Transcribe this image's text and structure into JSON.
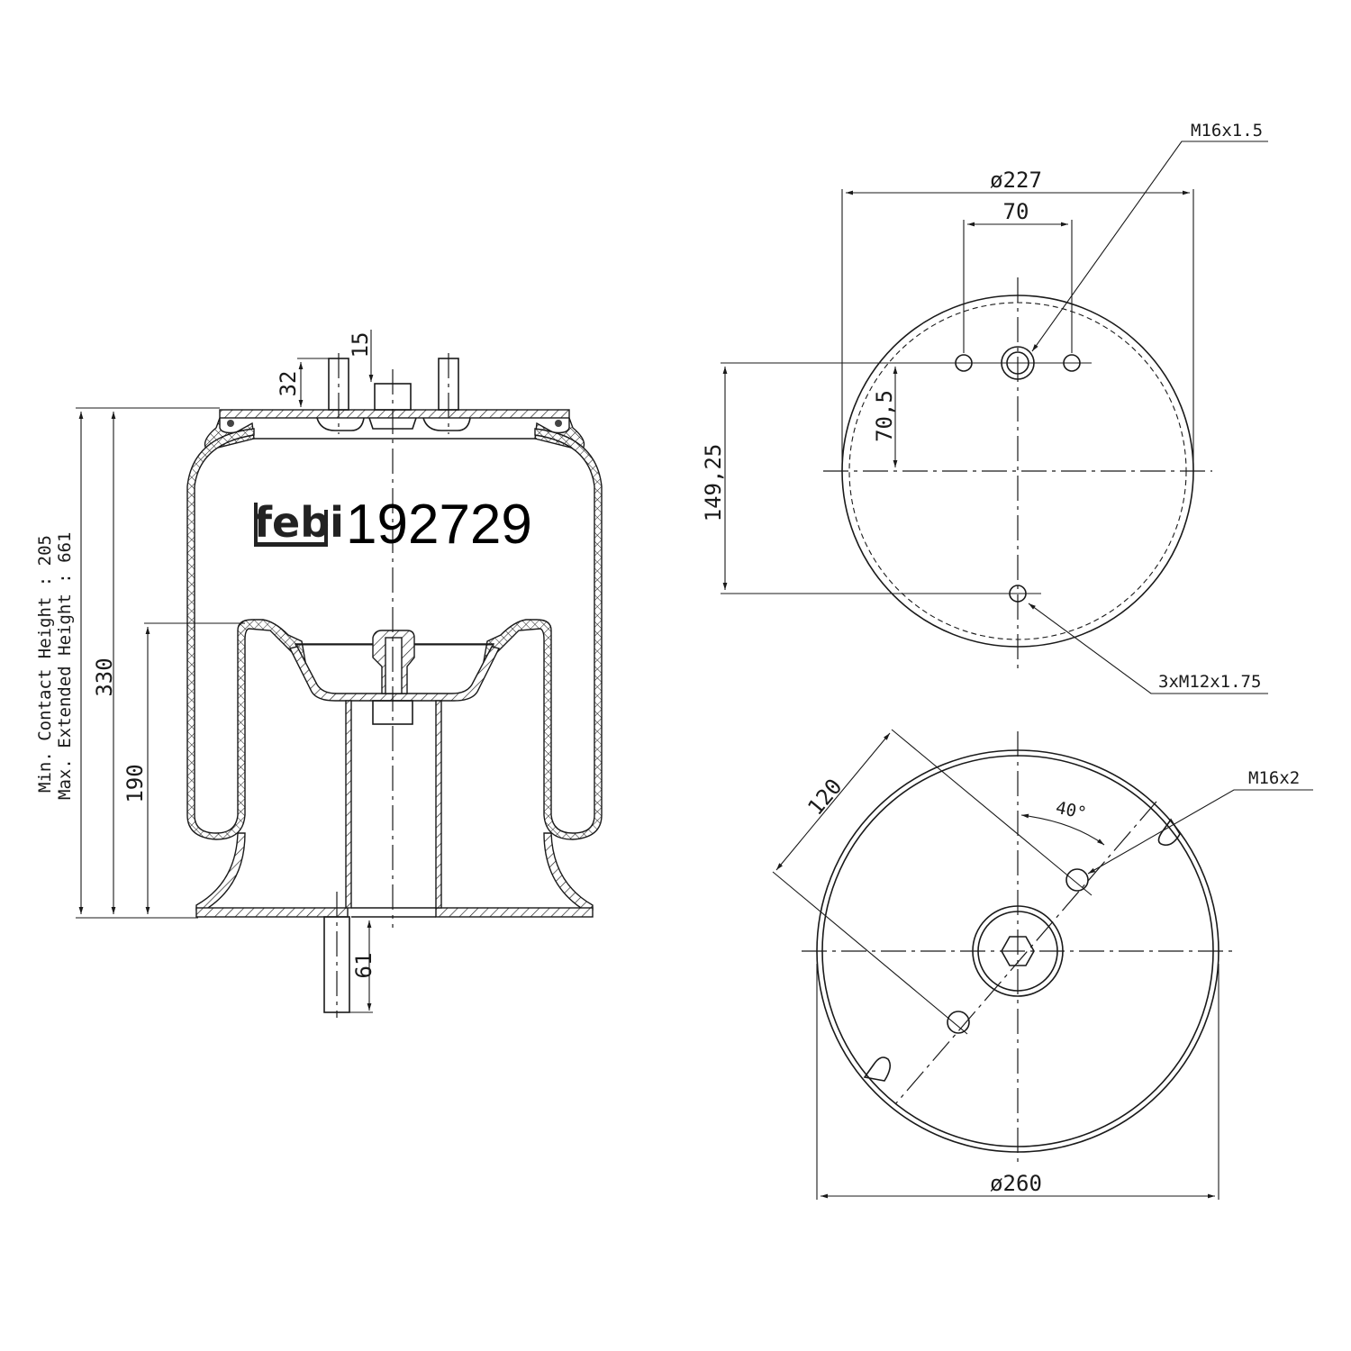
{
  "brand": {
    "logo": "febi",
    "part_number": "192729"
  },
  "notes": {
    "min_contact_height": "Min. Contact Height : 205",
    "max_extended_height": "Max. Extended Height : 661"
  },
  "side_view": {
    "dims": {
      "overall_height": "330",
      "piston_height": "190",
      "stud_length": "32",
      "air_fitting_offset": "15",
      "bottom_stud_length": "61"
    }
  },
  "top_view": {
    "dims": {
      "diameter": "ø227",
      "stud_spacing": "70",
      "offset_center": "70,5",
      "offset_bottom_hole": "149,25"
    },
    "callouts": {
      "center_thread": "M16x1.5",
      "hole_thread": "3xM12x1.75"
    }
  },
  "bottom_view": {
    "dims": {
      "diameter": "ø260",
      "hole_spacing": "120",
      "angle": "40°"
    },
    "callouts": {
      "hole_thread": "M16x2"
    }
  }
}
